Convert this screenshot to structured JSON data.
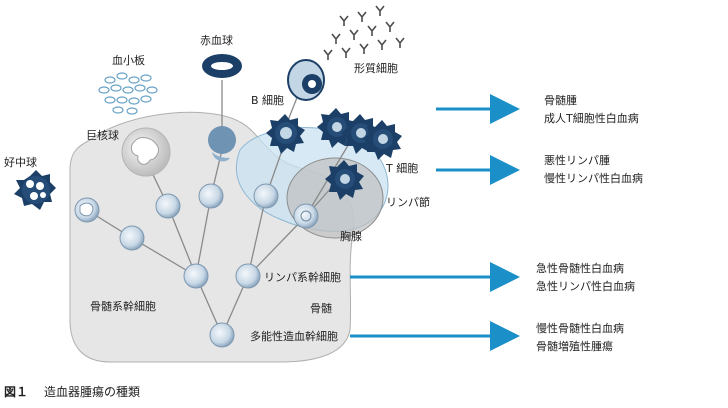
{
  "figure": {
    "caption_number": "図１",
    "caption_title": "造血器腫瘍の種類"
  },
  "regions": {
    "marrow": "骨髄",
    "thymus": "胸腺",
    "lymph_node": "リンパ節"
  },
  "cells": {
    "platelet": "血小板",
    "red_blood_cell": "赤血球",
    "megakaryocyte": "巨核球",
    "neutrophil": "好中球",
    "b_cell": "B 細胞",
    "plasma_cell": "形質細胞",
    "t_cell": "T 細胞",
    "myeloid_stem": "骨髄系幹細胞",
    "lymphoid_stem": "リンパ系幹細胞",
    "multipotent_stem": "多能性造血幹細胞"
  },
  "diseases": {
    "group1": [
      "骨髄腫",
      "成人T細胞性白血病"
    ],
    "group2": [
      "悪性リンパ腫",
      "慢性リンパ性白血病"
    ],
    "group3": [
      "急性骨髄性白血病",
      "急性リンパ性白血病"
    ],
    "group4": [
      "慢性骨髄性白血病",
      "骨髄増殖性腫瘍"
    ]
  },
  "colors": {
    "arrow": "#1a8fc8",
    "marrow_fill": "#e6e6e6",
    "thymus_fill": "#c9e2f2",
    "cell_dark": "#1b3f66",
    "cell_light": "#c3d6e6"
  }
}
